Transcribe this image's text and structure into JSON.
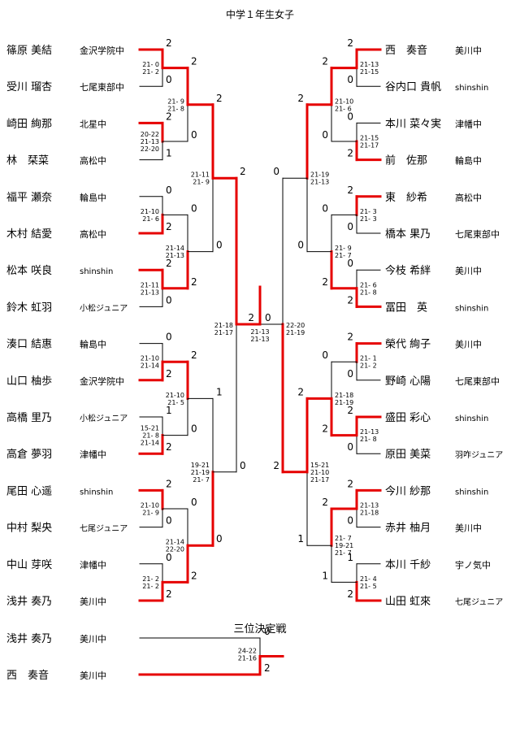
{
  "title": "中学１年生女子",
  "third_place_title": "三位決定戦",
  "colors": {
    "win": "#e60000",
    "lose": "#000000"
  },
  "left_players": [
    {
      "name": "篠原 美結",
      "school": "金沢学院中"
    },
    {
      "name": "受川 瑠杏",
      "school": "七尾東部中"
    },
    {
      "name": "崎田 絢那",
      "school": "北星中"
    },
    {
      "name": "林　栞菜",
      "school": "高松中"
    },
    {
      "name": "福平 瀬奈",
      "school": "輪島中"
    },
    {
      "name": "木村 結愛",
      "school": "高松中"
    },
    {
      "name": "松本 咲良",
      "school": "shinshin"
    },
    {
      "name": "鈴木 虹羽",
      "school": "小松ジュニア"
    },
    {
      "name": "湊口 結惠",
      "school": "輪島中"
    },
    {
      "name": "山口 柚歩",
      "school": "金沢学院中"
    },
    {
      "name": "高橋 里乃",
      "school": "小松ジュニア"
    },
    {
      "name": "高倉 夢羽",
      "school": "津幡中"
    },
    {
      "name": "尾田 心遥",
      "school": "shinshin"
    },
    {
      "name": "中村 梨央",
      "school": "七尾ジュニア"
    },
    {
      "name": "中山 芽咲",
      "school": "津幡中"
    },
    {
      "name": "浅井 奏乃",
      "school": "美川中"
    }
  ],
  "right_players": [
    {
      "name": "西　奏音",
      "school": "美川中"
    },
    {
      "name": "谷内口 貴帆",
      "school": "shinshin"
    },
    {
      "name": "本川 菜々実",
      "school": "津幡中"
    },
    {
      "name": "前　佐那",
      "school": "輪島中"
    },
    {
      "name": "東　紗希",
      "school": "高松中"
    },
    {
      "name": "橋本 果乃",
      "school": "七尾東部中"
    },
    {
      "name": "今枝 希絆",
      "school": "美川中"
    },
    {
      "name": "冨田　英",
      "school": "shinshin"
    },
    {
      "name": "榮代 絢子",
      "school": "美川中"
    },
    {
      "name": "野崎 心陽",
      "school": "七尾東部中"
    },
    {
      "name": "盛田 彩心",
      "school": "shinshin"
    },
    {
      "name": "原田 美菜",
      "school": "羽咋ジュニア"
    },
    {
      "name": "今川 紗那",
      "school": "shinshin"
    },
    {
      "name": "赤井 柚月",
      "school": "美川中"
    },
    {
      "name": "本川 千紗",
      "school": "宇ノ気中"
    },
    {
      "name": "山田 虹來",
      "school": "七尾ジュニア"
    }
  ],
  "left_r1": [
    {
      "scores": [
        "2",
        "0"
      ],
      "winner": 0,
      "sets": [
        "21- 0",
        "21- 2"
      ]
    },
    {
      "scores": [
        "2",
        "1"
      ],
      "winner": 0,
      "sets": [
        "20-22",
        "21-13",
        "22-20"
      ]
    },
    {
      "scores": [
        "0",
        "2"
      ],
      "winner": 1,
      "sets": [
        "21-10",
        "21- 6"
      ]
    },
    {
      "scores": [
        "2",
        "0"
      ],
      "winner": 0,
      "sets": [
        "21-11",
        "21-13"
      ]
    },
    {
      "scores": [
        "0",
        "2"
      ],
      "winner": 1,
      "sets": [
        "21-10",
        "21-14"
      ]
    },
    {
      "scores": [
        "1",
        "2"
      ],
      "winner": 1,
      "sets": [
        "15-21",
        "21- 8",
        "21-14"
      ]
    },
    {
      "scores": [
        "2",
        "0"
      ],
      "winner": 0,
      "sets": [
        "21-10",
        "21- 9"
      ]
    },
    {
      "scores": [
        "0",
        "2"
      ],
      "winner": 1,
      "sets": [
        "21- 2",
        "21- 2"
      ]
    }
  ],
  "left_r2": [
    {
      "scores": [
        "2",
        "0"
      ],
      "winner": 0,
      "sets": [
        "21- 9",
        "21- 8"
      ]
    },
    {
      "scores": [
        "0",
        "2"
      ],
      "winner": 1,
      "sets": [
        "21-14",
        "21-13"
      ]
    },
    {
      "scores": [
        "2",
        "0"
      ],
      "winner": 0,
      "sets": [
        "21-10",
        "21- 5"
      ]
    },
    {
      "scores": [
        "0",
        "2"
      ],
      "winner": 1,
      "sets": [
        "21-14",
        "22-20"
      ]
    }
  ],
  "left_r3": [
    {
      "scores": [
        "2",
        "0"
      ],
      "winner": 0,
      "sets": [
        "21-11",
        "21- 9"
      ]
    },
    {
      "scores": [
        "1",
        "0"
      ],
      "winner": 1,
      "sets": [
        "19-21",
        "21-19",
        "21- 7"
      ]
    }
  ],
  "left_sf": {
    "scores": [
      "2",
      "0"
    ],
    "winner": 0,
    "sets": [
      "21-18",
      "21-17"
    ]
  },
  "right_r1": [
    {
      "scores": [
        "2",
        "0"
      ],
      "winner": 0,
      "sets": [
        "21-13",
        "21-15"
      ]
    },
    {
      "scores": [
        "0",
        "2"
      ],
      "winner": 1,
      "sets": [
        "21-15",
        "21-17"
      ]
    },
    {
      "scores": [
        "2",
        "0"
      ],
      "winner": 0,
      "sets": [
        "21- 3",
        "21- 3"
      ]
    },
    {
      "scores": [
        "0",
        "2"
      ],
      "winner": 1,
      "sets": [
        "21- 6",
        "21- 8"
      ]
    },
    {
      "scores": [
        "2",
        "0"
      ],
      "winner": 0,
      "sets": [
        "21- 1",
        "21- 2"
      ]
    },
    {
      "scores": [
        "2",
        "0"
      ],
      "winner": 0,
      "sets": [
        "21-13",
        "21- 8"
      ]
    },
    {
      "scores": [
        "2",
        "0"
      ],
      "winner": 0,
      "sets": [
        "21-13",
        "21-18"
      ]
    },
    {
      "scores": [
        "1",
        "2"
      ],
      "winner": 1,
      "sets": [
        "21- 4",
        "21- 5"
      ]
    }
  ],
  "right_r2": [
    {
      "scores": [
        "2",
        "0"
      ],
      "winner": 0,
      "sets": [
        "21-10",
        "21- 6"
      ]
    },
    {
      "scores": [
        "0",
        "2"
      ],
      "winner": 1,
      "sets": [
        "21- 9",
        "21- 7"
      ]
    },
    {
      "scores": [
        "0",
        "2"
      ],
      "winner": 1,
      "sets": [
        "21-18",
        "21-19"
      ]
    },
    {
      "scores": [
        "2",
        "1"
      ],
      "winner": 0,
      "sets": [
        "21- 7",
        "19-21",
        "21- 7"
      ]
    }
  ],
  "right_r3": [
    {
      "scores": [
        "2",
        "0"
      ],
      "winner": 0,
      "sets": [
        "21-19",
        "21-13"
      ]
    },
    {
      "scores": [
        "2",
        "1"
      ],
      "winner": 0,
      "sets": [
        "15-21",
        "21-10",
        "21-17"
      ]
    }
  ],
  "right_sf": {
    "scores": [
      "0",
      "2"
    ],
    "winner": 1,
    "sets": [
      "22-20",
      "21-19"
    ]
  },
  "final": {
    "scores": [
      "2",
      "0"
    ],
    "winner": 0,
    "sets": [
      "21-13",
      "21-13"
    ]
  },
  "third_place": {
    "players": [
      {
        "name": "浅井 奏乃",
        "school": "美川中"
      },
      {
        "name": "西　奏音",
        "school": "美川中"
      }
    ],
    "scores": [
      "0",
      "2"
    ],
    "winner": 1,
    "sets": [
      "24-22",
      "21-16"
    ]
  }
}
